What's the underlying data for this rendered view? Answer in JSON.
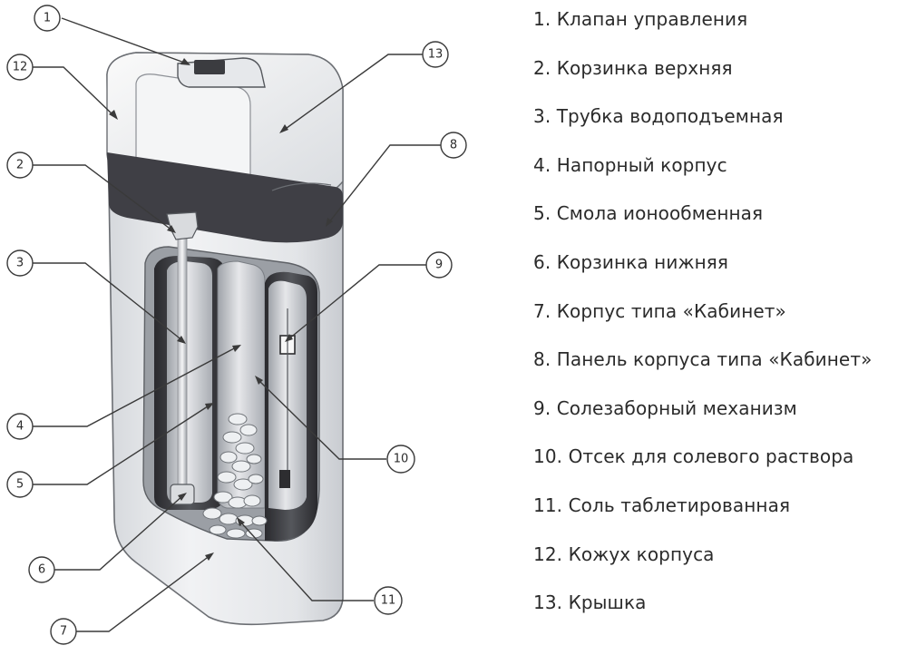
{
  "legend": [
    {
      "num": "1",
      "text": "1. Клапан управления"
    },
    {
      "num": "2",
      "text": "2. Корзинка верхняя"
    },
    {
      "num": "3",
      "text": "3. Трубка водоподъемная"
    },
    {
      "num": "4",
      "text": "4. Напорный корпус"
    },
    {
      "num": "5",
      "text": "5. Смола ионообменная"
    },
    {
      "num": "6",
      "text": "6. Корзинка нижняя"
    },
    {
      "num": "7",
      "text": "7. Корпус типа «Кабинет»"
    },
    {
      "num": "8",
      "text": "8. Панель корпуса типа «Кабинет»"
    },
    {
      "num": "9",
      "text": "9. Солезаборный механизм"
    },
    {
      "num": "10",
      "text": "10. Отсек для солевого раствора"
    },
    {
      "num": "11",
      "text": "11. Соль таблетированная"
    },
    {
      "num": "12",
      "text": "12. Кожух корпуса"
    },
    {
      "num": "13",
      "text": "13. Крышка"
    }
  ],
  "callouts": [
    "1",
    "2",
    "3",
    "4",
    "5",
    "6",
    "7",
    "8",
    "9",
    "10",
    "11",
    "12",
    "13"
  ],
  "colors": {
    "line": "#3a3a3a",
    "band": "#3f3f45",
    "body": "#e9ebee",
    "shade": "#2f2f33"
  }
}
